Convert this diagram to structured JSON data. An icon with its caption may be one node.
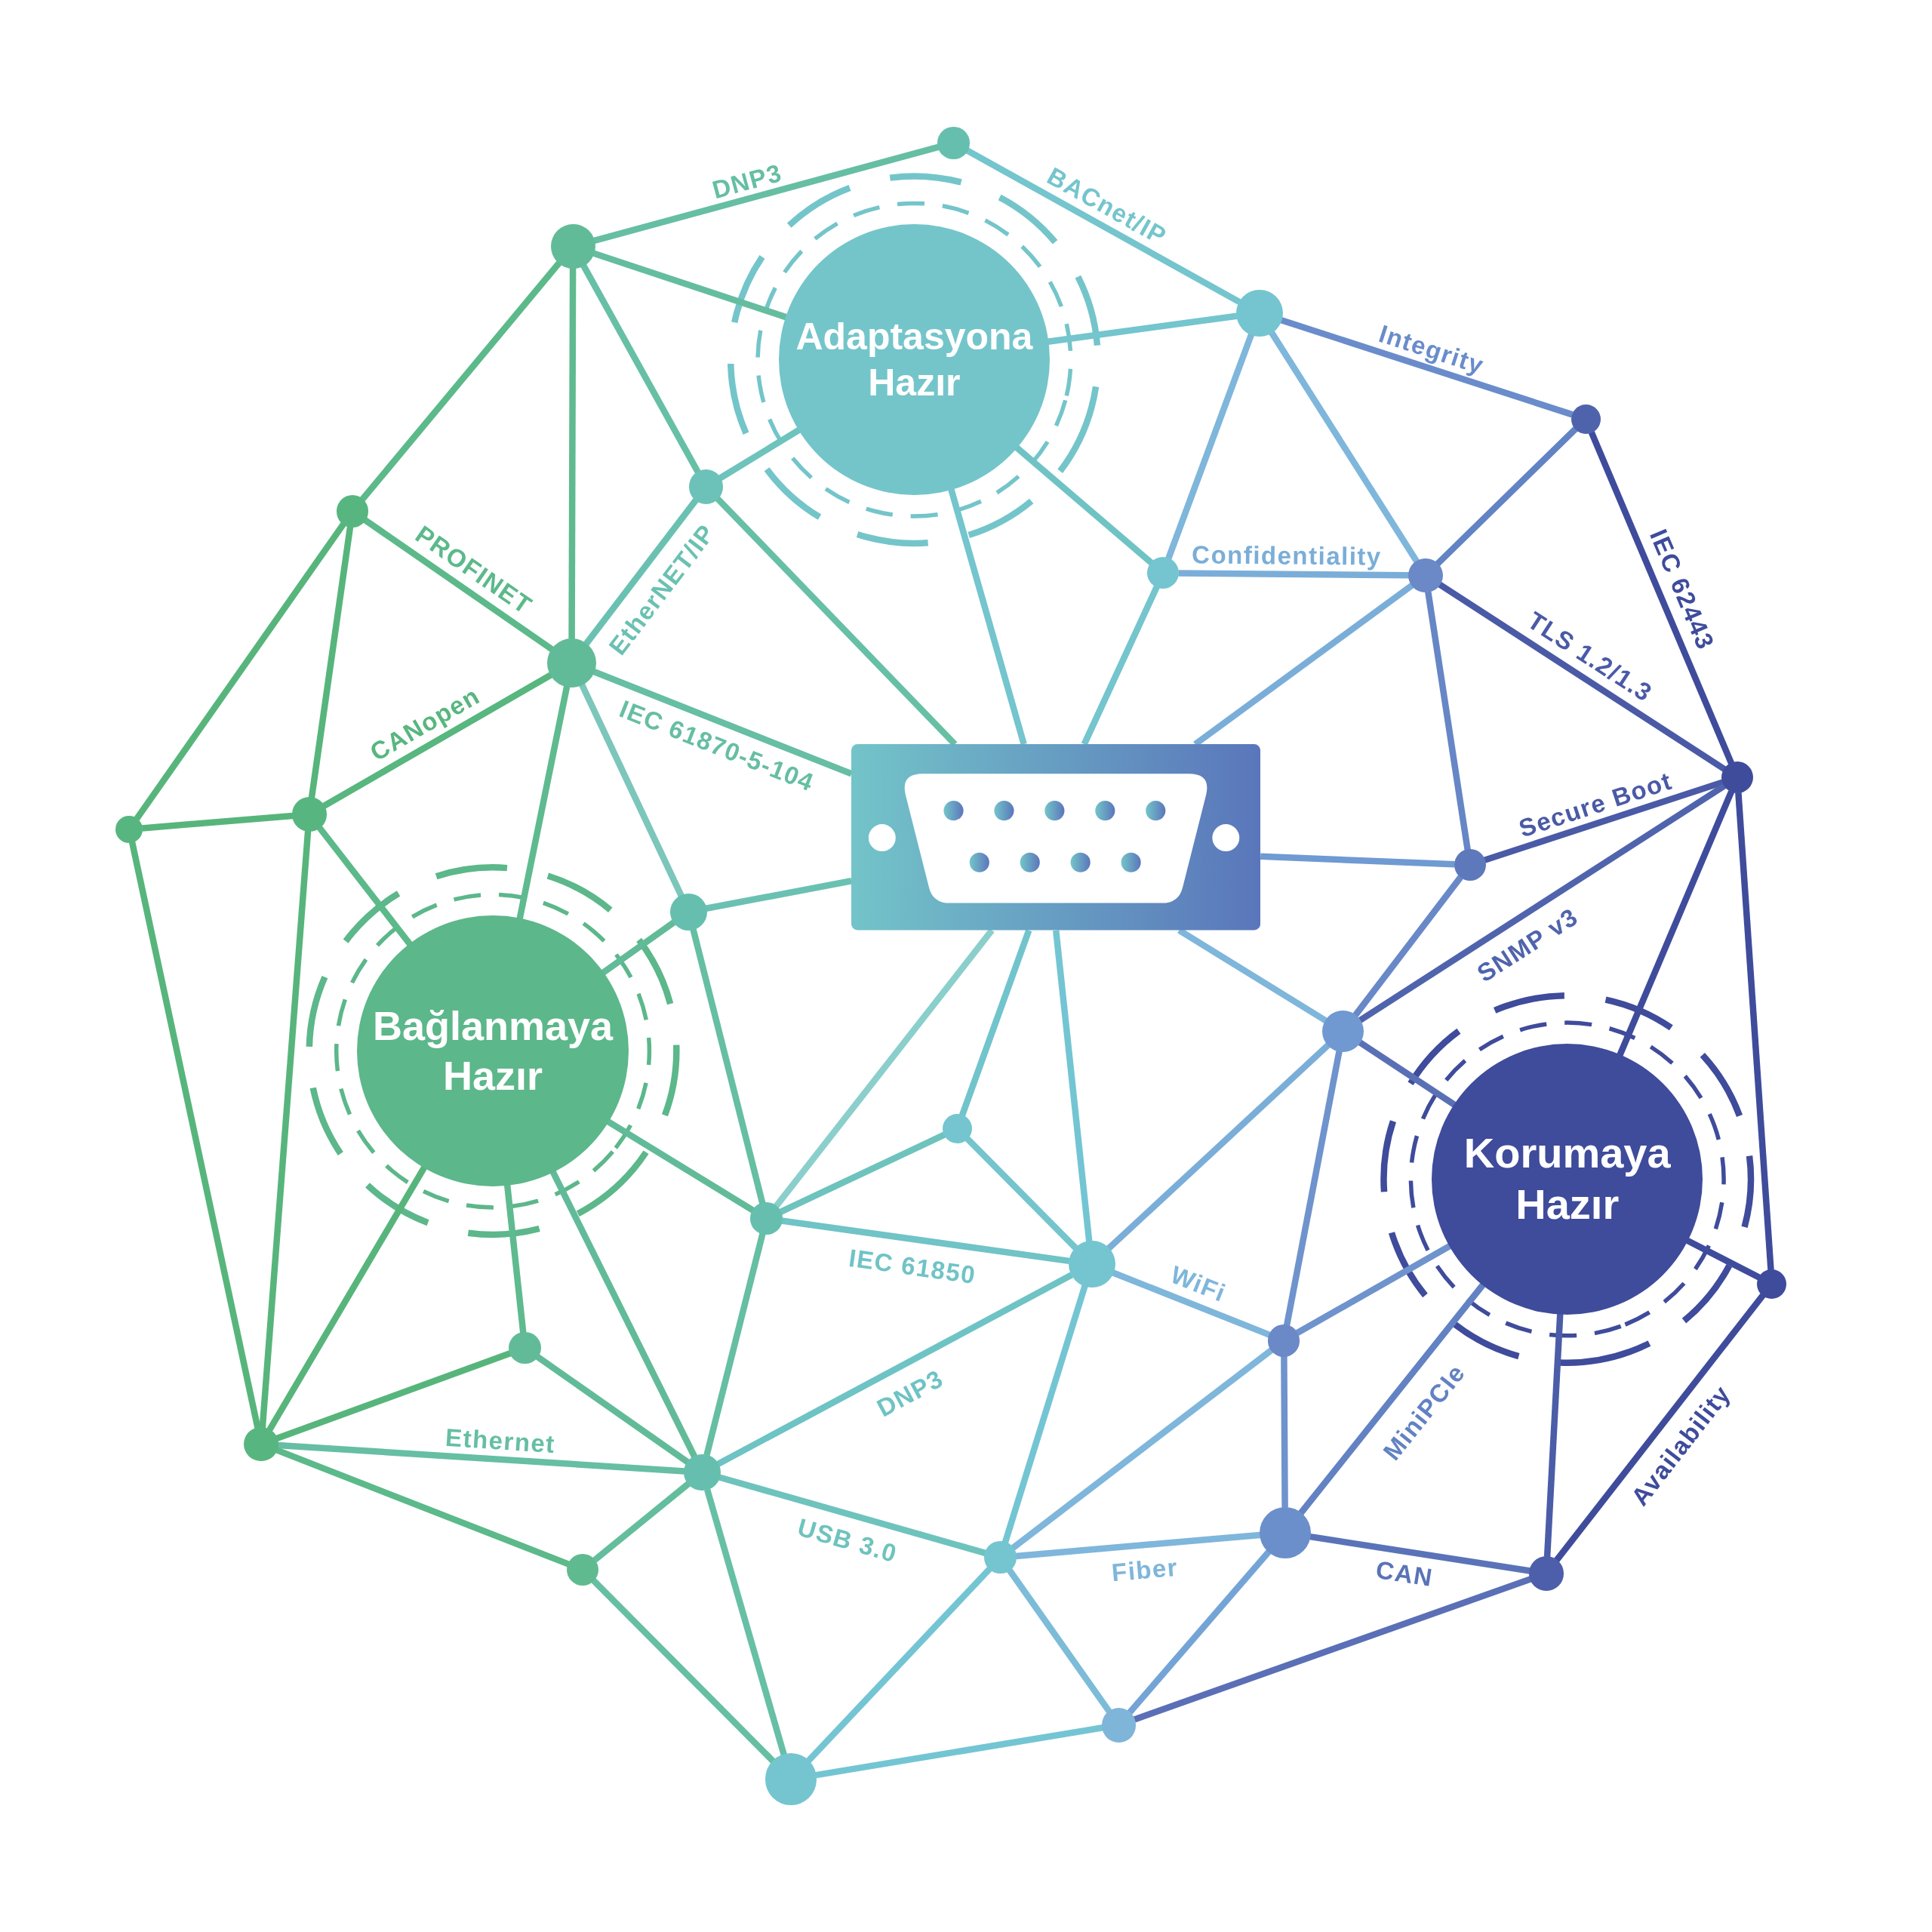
{
  "diagram": {
    "nodes": [
      {
        "text": [],
        "shape": "circle"
      },
      {
        "text": [],
        "shape": "circle"
      },
      {
        "text": [],
        "shape": "circle"
      },
      {
        "text": [
          "Adaptasyona Hazır"
        ]
      },
      {
        "text": [],
        "shape": "circle"
      },
      {
        "text": [],
        "shape": "circle"
      },
      {
        "text": [],
        "shape": "circle"
      },
      {
        "text": [],
        "shape": "circle"
      },
      {
        "text": [],
        "shape": "circle"
      },
      {
        "text": [],
        "shape": "circle"
      },
      {
        "text": [],
        "shape": "picture"
      },
      {
        "text": [],
        "shape": "circle"
      },
      {
        "text": [],
        "shape": "circle"
      },
      {
        "text": [],
        "shape": "circle"
      },
      {
        "text": [],
        "shape": "circle"
      },
      {
        "text": [],
        "shape": "circle"
      },
      {
        "text": [],
        "shape": "circle"
      },
      {
        "text": [
          "Bağlanmaya Hazır"
        ]
      },
      {
        "text": [],
        "shape": "circle"
      },
      {
        "text": [
          "Korumaya Hazır"
        ]
      },
      {
        "text": [],
        "shape": "circle"
      },
      {
        "text": [],
        "shape": "circle"
      },
      {
        "text": [],
        "shape": "circle"
      },
      {
        "text": [],
        "shape": "circle"
      },
      {
        "text": [],
        "shape": "circle"
      },
      {
        "text": [],
        "shape": "circle"
      },
      {
        "text": [],
        "shape": "circle"
      },
      {
        "text": [],
        "shape": "circle"
      },
      {
        "text": [],
        "shape": "circle"
      },
      {
        "text": [],
        "shape": "circle"
      },
      {
        "text": [],
        "shape": "circle"
      },
      {
        "text": [],
        "shape": "circle"
      },
      {
        "text": [],
        "shape": "circle"
      }
    ],
    "edges": [
      {
        "from": 0,
        "to": 1,
        "arrow": "none",
        "label": "DNP3",
        "color": "#66bea3"
      },
      {
        "from": 0,
        "to": 2,
        "arrow": "none",
        "label": "BACnet/IP",
        "color": "#74c5cd"
      },
      {
        "from": 1,
        "to": 3,
        "arrow": "none",
        "color": "#65bd9f"
      },
      {
        "from": 1,
        "to": 6,
        "arrow": "none",
        "color": "#5cb98a"
      },
      {
        "from": 1,
        "to": 9,
        "arrow": "none",
        "color": "#5fba90"
      },
      {
        "from": 1,
        "to": 5,
        "arrow": "none",
        "color": "#67bfa6"
      },
      {
        "from": 3,
        "to": 2,
        "arrow": "none",
        "color": "#74c5cd"
      },
      {
        "from": 2,
        "to": 4,
        "arrow": "none",
        "label": "Integrity",
        "color": "#6a8ccb"
      },
      {
        "from": 2,
        "to": 7,
        "arrow": "none",
        "color": "#7fb6db"
      },
      {
        "from": 2,
        "to": 8,
        "arrow": "none",
        "color": "#7fb6db"
      },
      {
        "from": 4,
        "to": 8,
        "arrow": "none",
        "color": "#6283c4"
      },
      {
        "from": 4,
        "to": 11,
        "arrow": "none",
        "label": "IEC 62443",
        "color": "#3f4c9c"
      },
      {
        "from": 3,
        "to": 7,
        "arrow": "none",
        "color": "#70c3c4"
      },
      {
        "from": 3,
        "to": 5,
        "arrow": "none",
        "color": "#6ec3bd"
      },
      {
        "from": 3,
        "to": 10,
        "arrow": "none",
        "color": "#74c5cd"
      },
      {
        "from": 7,
        "to": 8,
        "arrow": "none",
        "label": "Confidentiality",
        "color": "#7aaed8"
      },
      {
        "from": 7,
        "to": 10,
        "arrow": "none",
        "color": "#74c5cd"
      },
      {
        "from": 8,
        "to": 10,
        "arrow": "none",
        "color": "#7aaed8"
      },
      {
        "from": 8,
        "to": 11,
        "arrow": "none",
        "label": "TLS 1.2/1.3",
        "color": "#4a5aa6"
      },
      {
        "from": 8,
        "to": 14,
        "arrow": "none",
        "color": "#6686c6"
      },
      {
        "from": 6,
        "to": 13,
        "arrow": "none",
        "color": "#57b57c"
      },
      {
        "from": 6,
        "to": 12,
        "arrow": "none",
        "color": "#57b57c"
      },
      {
        "from": 6,
        "to": 9,
        "arrow": "none",
        "label": "PROFINET",
        "color": "#5cb98a"
      },
      {
        "from": 9,
        "to": 5,
        "arrow": "none",
        "label": "EtherNET/IP",
        "color": "#6ac1b2"
      },
      {
        "from": 5,
        "to": 10,
        "arrow": "none",
        "color": "#67bfa6"
      },
      {
        "from": 12,
        "to": 9,
        "arrow": "none",
        "label": "CANopen",
        "color": "#58b67f"
      },
      {
        "from": 9,
        "to": 10,
        "arrow": "none",
        "label": "IEC 61870-5-104",
        "color": "#66bea3"
      },
      {
        "from": 9,
        "to": 15,
        "arrow": "none",
        "color": "#7cc6bc"
      },
      {
        "from": 9,
        "to": 17,
        "arrow": "none",
        "color": "#5fba90"
      },
      {
        "from": 13,
        "to": 12,
        "arrow": "none",
        "color": "#57b57c"
      },
      {
        "from": 13,
        "to": 25,
        "arrow": "none",
        "color": "#57b57c"
      },
      {
        "from": 12,
        "to": 25,
        "arrow": "none",
        "color": "#57b57c"
      },
      {
        "from": 12,
        "to": 17,
        "arrow": "none",
        "color": "#5cb98a"
      },
      {
        "from": 15,
        "to": 10,
        "arrow": "none",
        "color": "#6ac1b2"
      },
      {
        "from": 15,
        "to": 17,
        "arrow": "none",
        "color": "#62bb98"
      },
      {
        "from": 15,
        "to": 20,
        "arrow": "none",
        "color": "#66bea3"
      },
      {
        "from": 14,
        "to": 11,
        "arrow": "none",
        "label": "Secure Boot",
        "color": "#4a5aa6"
      },
      {
        "from": 16,
        "to": 11,
        "arrow": "none",
        "label": "SNMP v3",
        "color": "#5064ad"
      },
      {
        "from": 11,
        "to": 19,
        "arrow": "none",
        "color": "#3f4c9c"
      },
      {
        "from": 11,
        "to": 22,
        "arrow": "none",
        "color": "#3f4c9c"
      },
      {
        "from": 10,
        "to": 14,
        "arrow": "none",
        "color": "#6f9ad2"
      },
      {
        "from": 14,
        "to": 16,
        "arrow": "none",
        "color": "#6888c8"
      },
      {
        "from": 10,
        "to": 16,
        "arrow": "none",
        "color": "#7fb6db"
      },
      {
        "from": 10,
        "to": 20,
        "arrow": "none",
        "color": "#8acfcb"
      },
      {
        "from": 10,
        "to": 18,
        "arrow": "none",
        "color": "#72c4cc"
      },
      {
        "from": 10,
        "to": 21,
        "arrow": "none",
        "color": "#74c5d3"
      },
      {
        "from": 16,
        "to": 19,
        "arrow": "none",
        "color": "#5a70b6"
      },
      {
        "from": 16,
        "to": 21,
        "arrow": "none",
        "color": "#7aaed8"
      },
      {
        "from": 16,
        "to": 23,
        "arrow": "none",
        "color": "#6f93cc"
      },
      {
        "from": 18,
        "to": 20,
        "arrow": "none",
        "color": "#6ec3bd"
      },
      {
        "from": 18,
        "to": 21,
        "arrow": "none",
        "color": "#74c5cd"
      },
      {
        "from": 20,
        "to": 17,
        "arrow": "none",
        "color": "#62bb98"
      },
      {
        "from": 20,
        "to": 21,
        "arrow": "none",
        "label": "IEC 61850",
        "color": "#70c3c6"
      },
      {
        "from": 20,
        "to": 26,
        "arrow": "none",
        "color": "#66bea3"
      },
      {
        "from": 21,
        "to": 23,
        "arrow": "none",
        "label": "WiFi",
        "color": "#7fb6db"
      },
      {
        "from": 26,
        "to": 21,
        "arrow": "none",
        "label": "DNP3",
        "color": "#6ec3c4"
      },
      {
        "from": 21,
        "to": 28,
        "arrow": "none",
        "color": "#74c5d3"
      },
      {
        "from": 23,
        "to": 19,
        "arrow": "none",
        "color": "#6f93cc"
      },
      {
        "from": 23,
        "to": 27,
        "arrow": "none",
        "color": "#6f93cc"
      },
      {
        "from": 23,
        "to": 28,
        "arrow": "none",
        "color": "#7fb6db"
      },
      {
        "from": 17,
        "to": 25,
        "arrow": "none",
        "color": "#57b57c"
      },
      {
        "from": 17,
        "to": 24,
        "arrow": "none",
        "color": "#5fba90"
      },
      {
        "from": 17,
        "to": 26,
        "arrow": "none",
        "color": "#62bb98"
      },
      {
        "from": 24,
        "to": 25,
        "arrow": "none",
        "color": "#57b57c"
      },
      {
        "from": 24,
        "to": 26,
        "arrow": "none",
        "color": "#62bb98"
      },
      {
        "from": 25,
        "to": 26,
        "arrow": "none",
        "label": "Ethernet",
        "color": "#66bea3"
      },
      {
        "from": 25,
        "to": 29,
        "arrow": "none",
        "color": "#5cb98a"
      },
      {
        "from": 29,
        "to": 26,
        "arrow": "none",
        "color": "#64bd9d"
      },
      {
        "from": 29,
        "to": 32,
        "arrow": "none",
        "color": "#66bea3"
      },
      {
        "from": 26,
        "to": 28,
        "arrow": "none",
        "label": "USB 3.0",
        "color": "#6ec3bd"
      },
      {
        "from": 26,
        "to": 32,
        "arrow": "none",
        "color": "#67bfa6"
      },
      {
        "from": 28,
        "to": 27,
        "arrow": "none",
        "label": "Fiber",
        "color": "#7fb6db"
      },
      {
        "from": 28,
        "to": 32,
        "arrow": "none",
        "color": "#74c5d3"
      },
      {
        "from": 28,
        "to": 31,
        "arrow": "none",
        "color": "#7cbcd8"
      },
      {
        "from": 27,
        "to": 19,
        "arrow": "none",
        "label": "MiniPCIe",
        "color": "#6282c3"
      },
      {
        "from": 27,
        "to": 30,
        "arrow": "none",
        "label": "CAN",
        "color": "#5a73b8"
      },
      {
        "from": 27,
        "to": 31,
        "arrow": "none",
        "color": "#74a4d6"
      },
      {
        "from": 30,
        "to": 19,
        "arrow": "none",
        "color": "#4b5ca8"
      },
      {
        "from": 30,
        "to": 22,
        "arrow": "none",
        "label": "Availability",
        "color": "#3f4c9c"
      },
      {
        "from": 19,
        "to": 22,
        "arrow": "none",
        "color": "#3f4c9c"
      },
      {
        "from": 31,
        "to": 30,
        "arrow": "none",
        "color": "#5a6fb6"
      },
      {
        "from": 32,
        "to": 31,
        "arrow": "none",
        "color": "#74c5d3"
      }
    ]
  }
}
